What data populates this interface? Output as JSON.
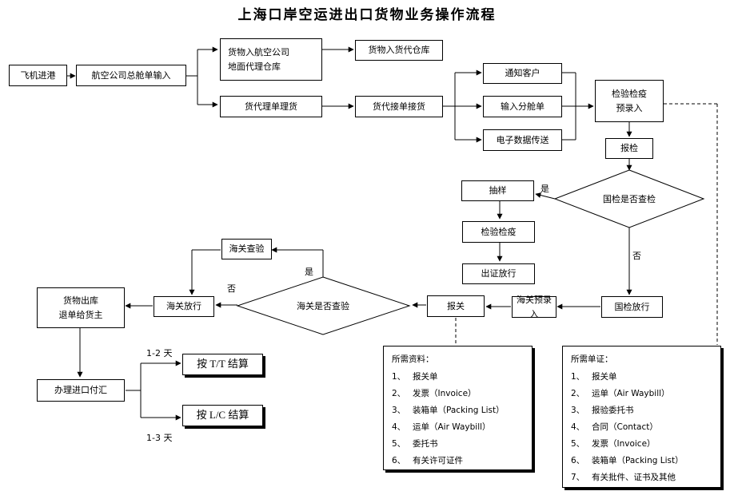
{
  "title": "上海口岸空运进出口货物业务操作流程",
  "nodes": {
    "plane_arrival": "飞机进港",
    "manifest_input": "航空公司总舱单输入",
    "airline_warehouse": "货物入航空公司\n地面代理仓库",
    "agent_warehouse": "货物入货代仓库",
    "agent_doc_handling": "货代理单理货",
    "agent_receive": "货代接单接货",
    "notify_customer": "通知客户",
    "input_split": "输入分舱单",
    "edi_transfer": "电子数据传送",
    "ciq_prerecord": "检验检疫\n预录入",
    "inspection_report": "报检",
    "ciq_decision": "国检是否查检",
    "sampling": "抽样",
    "ciq_inspection": "检验检疫",
    "certificate_release": "出证放行",
    "ciq_release": "国检放行",
    "customs_prerecord": "海关预录入",
    "customs_declare": "报关",
    "customs_decision": "海关是否查验",
    "customs_inspect": "海关查验",
    "customs_release": "海关放行",
    "goods_out": "货物出库\n退单给货主",
    "import_payment": "办理进口付汇",
    "settle_tt": "按 T/T 结算",
    "settle_lc": "按 L/C 结算"
  },
  "edge_labels": {
    "ciq_yes": "是",
    "ciq_no": "否",
    "customs_yes": "是",
    "customs_no": "否",
    "days_tt": "1-2 天",
    "days_lc": "1-3 天"
  },
  "required_docs": {
    "title": "所需资料：",
    "items": [
      {
        "num": "1、",
        "text": "报关单"
      },
      {
        "num": "2、",
        "text": "发票（Invoice）"
      },
      {
        "num": "3、",
        "text": "装箱单（Packing List）"
      },
      {
        "num": "4、",
        "text": "运单（Air Waybill）"
      },
      {
        "num": "5、",
        "text": "委托书"
      },
      {
        "num": "6、",
        "text": "有关许可证件"
      }
    ]
  },
  "required_certs": {
    "title": "所需单证：",
    "items": [
      {
        "num": "1、",
        "text": "报关单"
      },
      {
        "num": "2、",
        "text": "运单（Air Waybill）"
      },
      {
        "num": "3、",
        "text": "报验委托书"
      },
      {
        "num": "4、",
        "text": "合同（Contact）"
      },
      {
        "num": "5、",
        "text": "发票（Invoice）"
      },
      {
        "num": "6、",
        "text": "装箱单（Packing List）"
      },
      {
        "num": "7、",
        "text": "有关批件、证书及其他"
      }
    ]
  }
}
